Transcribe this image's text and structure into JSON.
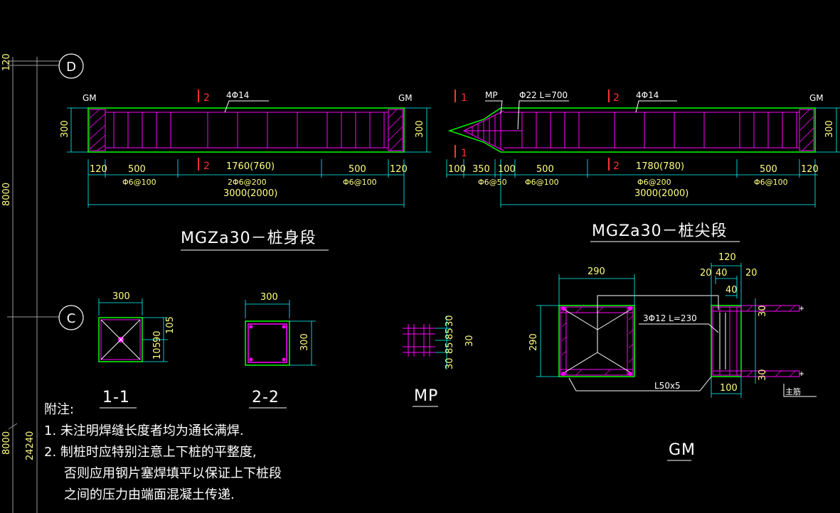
{
  "grid": {
    "axis_d": "D",
    "axis_c": "C",
    "dim_top": "120",
    "dim_8000_a": "8000",
    "dim_8000_b": "8000",
    "dim_24240": "24240"
  },
  "body_segment": {
    "title": "MGZa30－桩身段",
    "gm_left": "GM",
    "gm_right": "GM",
    "rebar": "4Φ14",
    "sec_mark": "2",
    "height_left": "300",
    "height_right": "300",
    "dims": [
      "120",
      "500",
      "1760(760)",
      "500",
      "120"
    ],
    "stirrups": [
      "Φ6@100",
      "2Φ6@200",
      "Φ6@100"
    ],
    "total": "3000(2000)"
  },
  "tip_segment": {
    "title": "MGZa30－桩尖段",
    "mp": "MP",
    "tip_bar": "Φ22 L=700",
    "rebar": "4Φ14",
    "sec1": "1",
    "sec2": "2",
    "gm_right": "GM",
    "height": "300",
    "dims": [
      "100",
      "350",
      "100",
      "500",
      "1780(780)",
      "500",
      "120"
    ],
    "stirrups": [
      "Φ6@50",
      "Φ6@100",
      "Φ6@200",
      "Φ6@100"
    ],
    "total": "3000(2000)"
  },
  "section_1_1": {
    "label": "1-1",
    "width": "300",
    "d1": "105",
    "d2": "105",
    "d3": "90"
  },
  "section_2_2": {
    "label": "2-2",
    "width": "300",
    "height": "300"
  },
  "mp_detail": {
    "label": "MP",
    "dims": [
      "30",
      "85",
      "85",
      "30"
    ],
    "side": "30"
  },
  "gm_detail": {
    "label": "GM",
    "w290": "290",
    "h290": "290",
    "w120": "120",
    "d20a": "20",
    "d40a": "40",
    "d20b": "20",
    "d40b": "40",
    "bar": "3Φ12 L=230",
    "angle": "L50x5",
    "w100": "100",
    "r30a": "30",
    "r30b": "30",
    "main_bar": "主筋"
  },
  "notes": {
    "heading": "附注:",
    "items": [
      "1. 未注明焊缝长度者均为通长满焊.",
      "2. 制桩时应特别注意上下桩的平整度,",
      "否则应用钢片塞焊填平以保证上下桩段",
      "之间的压力由端面混凝土传递."
    ]
  },
  "colors": {
    "green": "#00ff00",
    "magenta": "#ff00ff",
    "cyan": "#00ffff",
    "yellow": "#ffff80",
    "red": "#ff3030",
    "white": "#ffffff",
    "grey": "#9a9a9a"
  }
}
